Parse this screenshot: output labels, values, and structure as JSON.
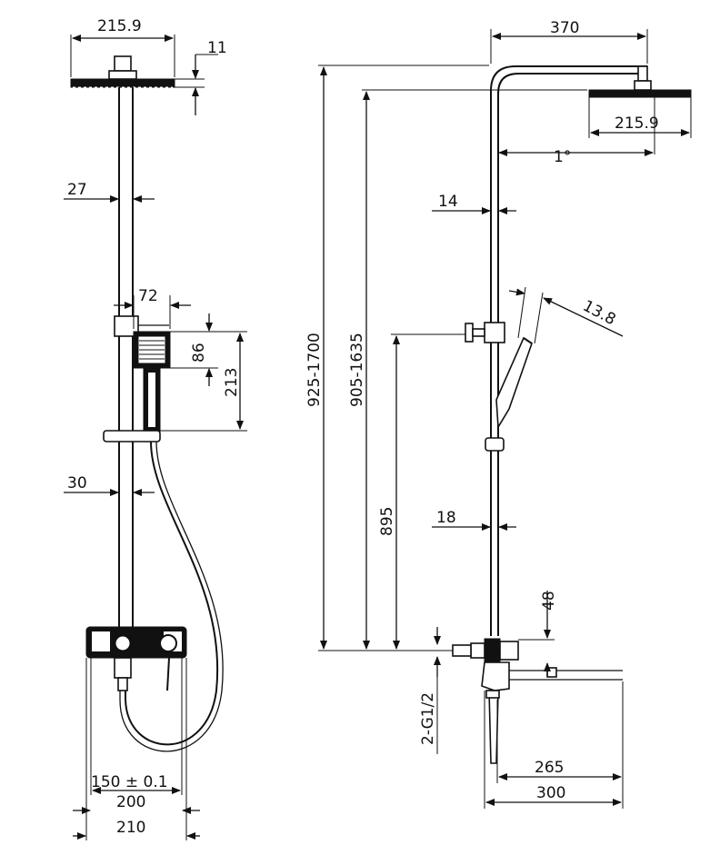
{
  "front_view": {
    "head_width": "215.9",
    "head_thickness": "11",
    "pipe_diameter": "27",
    "hand_width": "72",
    "hand_head_height": "86",
    "holder_height": "213",
    "lower_pipe_diameter": "30",
    "inlet_centers": "150 ± 0.1",
    "mixer_width": "200",
    "overall_width": "210"
  },
  "side_view": {
    "arm_reach": "370",
    "head_width": "215.9",
    "arm_angle": "1°",
    "upper_pipe_diameter": "14",
    "overall_height": "925-1700",
    "head_height": "905-1635",
    "hand_angle": "13.8",
    "holder_height": "895",
    "lower_pipe_diameter": "18",
    "mixer_offset": "48",
    "thread": "2-G1/2",
    "spout_reach": "265",
    "spout_total": "300"
  }
}
